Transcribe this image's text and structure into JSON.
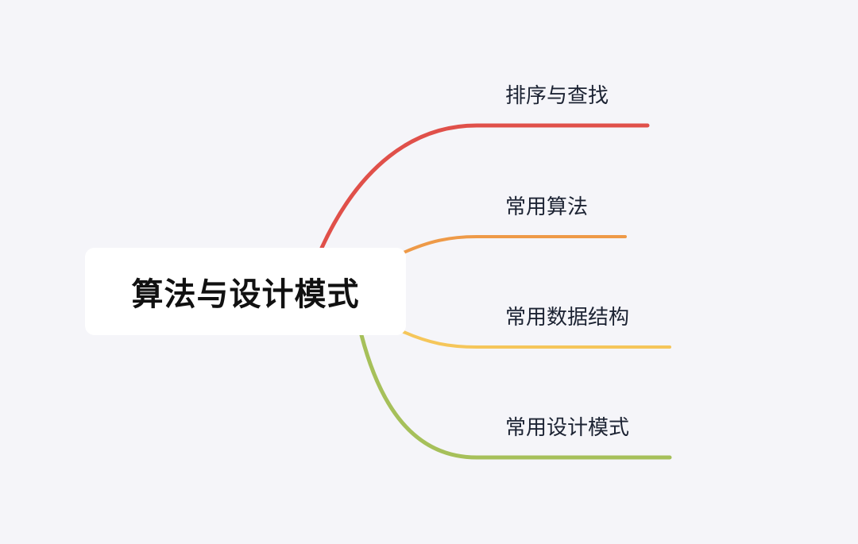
{
  "central_topic": {
    "label": "算法与设计模式"
  },
  "branches": [
    {
      "label": "排序与查找",
      "color": "#e0504a"
    },
    {
      "label": "常用算法",
      "color": "#ee9a48"
    },
    {
      "label": "常用数据结构",
      "color": "#f5c65a"
    },
    {
      "label": "常用设计模式",
      "color": "#a6c05a"
    }
  ]
}
